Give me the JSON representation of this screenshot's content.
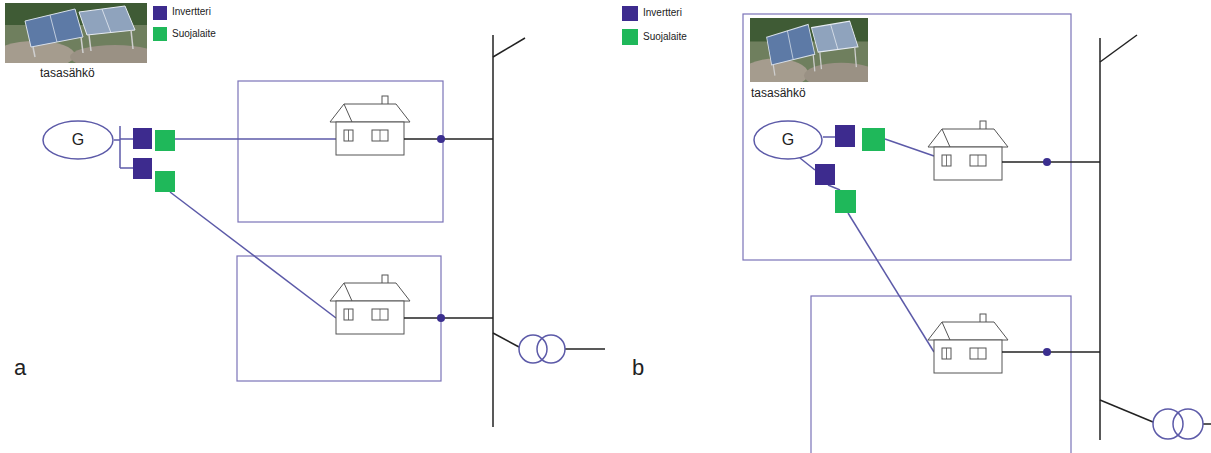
{
  "diagram": {
    "nodes": [
      {
        "text": [
          "G"
        ]
      },
      {
        "text": [
          "G"
        ]
      }
    ],
    "labels": [
      "tasasähkö",
      "a",
      "tasasähkö",
      "b"
    ],
    "legend": [
      {
        "text": "Invertteri",
        "color": "#3d2b8e"
      },
      {
        "text": "Suojalaite",
        "color": "#1fb85a"
      },
      {
        "text": "Invertteri",
        "color": "#3d2b8e"
      },
      {
        "text": "Suojalaite",
        "color": "#1fb85a"
      }
    ]
  }
}
